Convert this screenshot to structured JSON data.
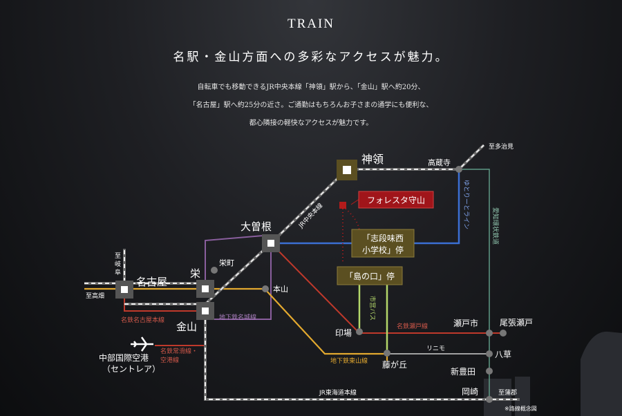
{
  "header": {
    "title": "TRAIN",
    "headline": "名駅・金山方面への多彩なアクセスが魅力。",
    "lead": [
      "自転車でも移動できるJR中央本線「神領」駅から、「金山」駅へ約20分、",
      "「名古屋」駅へ約25分の近さ。ご通勤はもちろんお子さまの通学にも便利な、",
      "都心隣接の軽快なアクセスが魅力です。"
    ]
  },
  "map": {
    "stations": {
      "jinryo": "神領",
      "ozone": "大曽根",
      "nagoya": "名古屋",
      "sakae": "栄",
      "kanayama": "金山",
      "sakaemachi": "栄町",
      "motoyama": "本山",
      "kozoji": "高蔵寺",
      "seto_shi": "瀬戸市",
      "owari_seto": "尾張瀬戸",
      "inba": "印場",
      "fujigaoka": "藤が丘",
      "yakusa": "八草",
      "shin_toyota": "新豊田",
      "okazaki": "岡崎",
      "airport_1": "中部国際空港",
      "airport_2": "（セントレア）"
    },
    "directions": {
      "tajimi": "至多治見",
      "gifu": "至\n岐\n阜",
      "takabata": "至高畑",
      "gamagori": "至蒲郡"
    },
    "lines": {
      "jr_chuo": "JR中央本線",
      "yutorito": "ゆとりーとライン",
      "aichi_kanjo": "愛知環状鉄道",
      "meitetsu_nagoya": "名鉄名古屋本線",
      "meijo": "地下鉄名城線",
      "meitetsu_tokoname": "名鉄常滑線・空港線",
      "meitetsu_seto": "名鉄瀬戸線",
      "higashiyama": "地下鉄東山線",
      "linimo": "リニモ",
      "city_bus": "市営バス",
      "jr_tokaido": "JR東海道本線"
    },
    "callouts": {
      "property": "フォレスタ守山",
      "bus_stop_1_line1": "「志段味西",
      "bus_stop_1_line2": "小学校」停",
      "bus_stop_2": "「島の口」停"
    },
    "note": "※路線概念図",
    "colors": {
      "jr": "#dcdcdc",
      "yutorito": "#3b6fd4",
      "aichi_kanjo": "#5f9a86",
      "meijo": "#8a5f9e",
      "higashiyama": "#e3a92f",
      "meitetsu": "#c0392b",
      "bus": "#b4d86a",
      "gold_box": "#5b4f21",
      "property_red": "#b31b1b"
    }
  }
}
